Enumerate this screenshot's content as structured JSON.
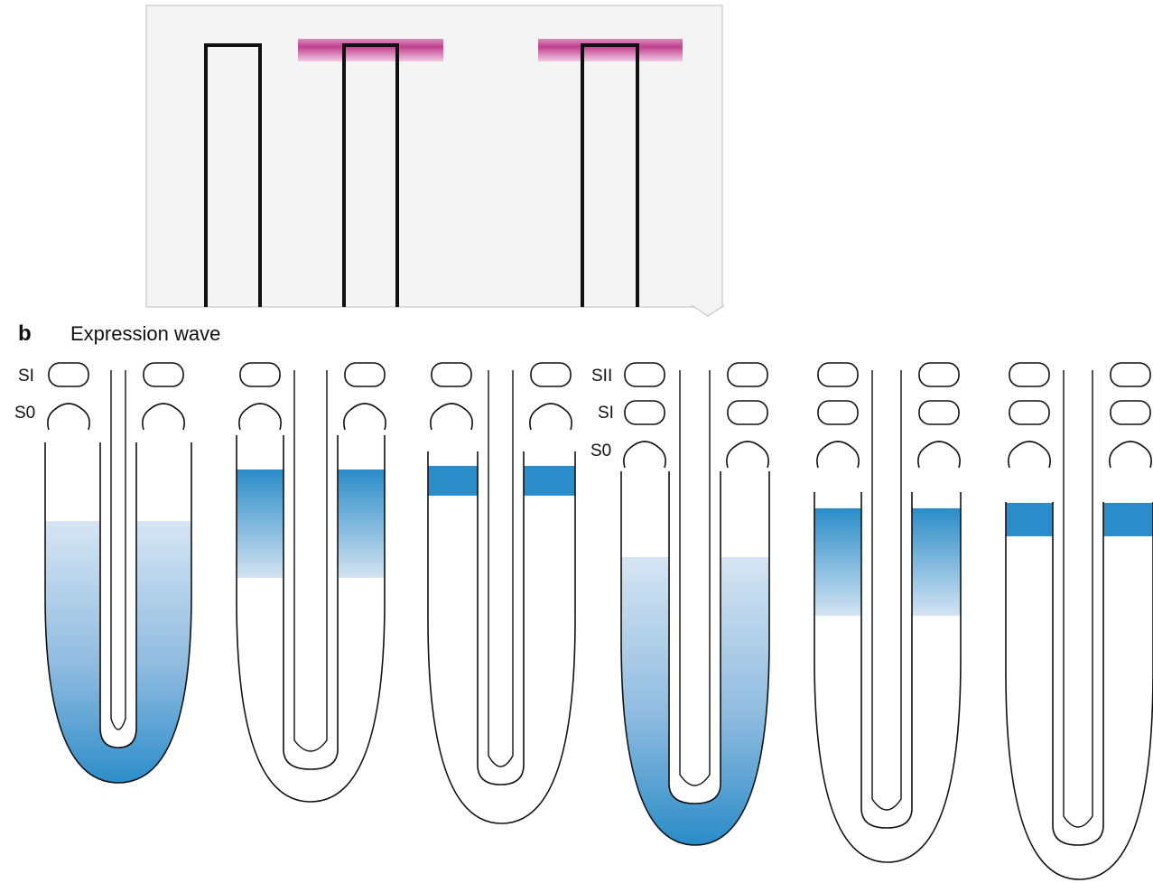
{
  "panel": {
    "letter": "b",
    "title": "Expression wave"
  },
  "stage_labels": {
    "first": [
      "SI",
      "S0"
    ],
    "second": [
      "SII",
      "SI",
      "S0"
    ]
  },
  "colors": {
    "expression": "#2a8cc8",
    "expression_light": "#d3e3f2",
    "outline": "#111111",
    "upper_band": "#c0408e",
    "inset_background": "#f4f4f4"
  },
  "inset": {
    "count_of_tubes": 3,
    "tubes_with_upper_band": 2
  },
  "tubes": [
    {
      "group": 1,
      "expression": "gradient",
      "from": "middle",
      "to": "base"
    },
    {
      "group": 1,
      "expression": "gradient",
      "from": "upper",
      "to": "middle"
    },
    {
      "group": 1,
      "expression": "band",
      "position": "below-neck"
    },
    {
      "group": 2,
      "expression": "gradient",
      "from": "middle",
      "to": "base"
    },
    {
      "group": 2,
      "expression": "gradient",
      "from": "upper",
      "to": "middle"
    },
    {
      "group": 2,
      "expression": "band",
      "position": "below-neck"
    }
  ]
}
